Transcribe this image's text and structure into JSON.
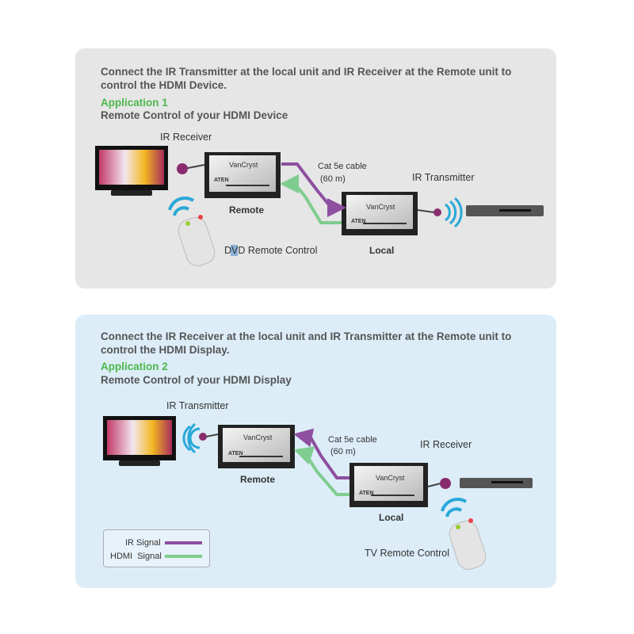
{
  "app1": {
    "intro": "Connect the IR Transmitter at the local unit and IR Receiver at the Remote unit to control the HDMI Device.",
    "title": "Application 1",
    "subtitle": "Remote Control of your HDMI Device",
    "ir_receiver": "IR Receiver",
    "ir_transmitter": "IR Transmitter",
    "cable": "Cat 5e cable",
    "cable_len": "(60 m)",
    "remote": "Remote",
    "local": "Local",
    "control": "DVD Remote Control"
  },
  "app2": {
    "intro": "Connect the IR Receiver at the local unit and IR Transmitter at the Remote unit to control the HDMI Display.",
    "title": "Application 2",
    "subtitle": "Remote Control of your HDMI Display",
    "ir_transmitter": "IR Transmitter",
    "ir_receiver": "IR Receiver",
    "cable": "Cat 5e cable",
    "cable_len": "(60 m)",
    "remote": "Remote",
    "local": "Local",
    "control": "TV Remote Control"
  },
  "legend": {
    "ir": "IR Signal",
    "hdmi": "HDMI  Signal"
  },
  "device": {
    "brand": "VanCryst",
    "maker": "ATEN"
  },
  "colors": {
    "ir": "#8e4fa0",
    "hdmi": "#7fcc8f"
  }
}
